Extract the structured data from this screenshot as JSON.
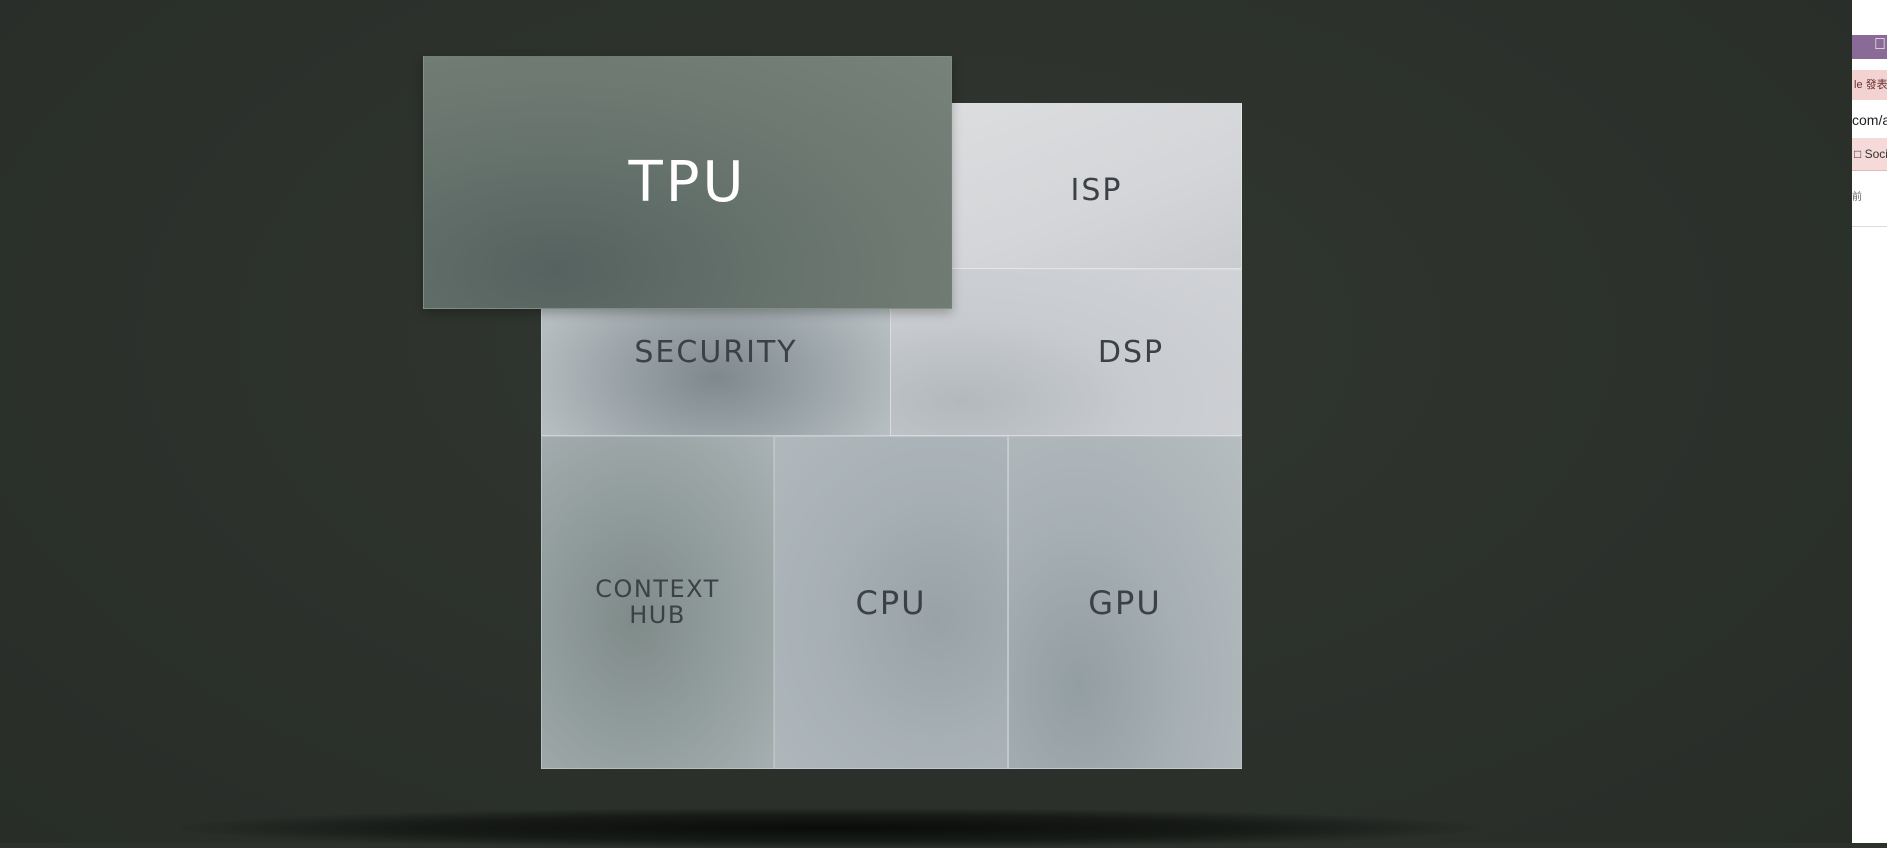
{
  "diagram": {
    "blocks": {
      "tpu": "TPU",
      "isp": "ISP",
      "security": "SECURITY",
      "dsp": "DSP",
      "context_hub_line1": "CONTEXT",
      "context_hub_line2": "HUB",
      "cpu": "CPU",
      "gpu": "GPU"
    },
    "colors": {
      "background": "#2c312c",
      "tpu_fill": "#6b776f",
      "tpu_text": "#ffffff",
      "light_block_text": "#3c4146"
    }
  },
  "side_window": {
    "row1_text": "le 發表",
    "row2_text": "com/a",
    "row3_icon": "document-icon",
    "row3_text": "Soci",
    "row4_text": "前",
    "topbar_icon": "apple-icon",
    "topbar_color": "#8a6a97"
  }
}
